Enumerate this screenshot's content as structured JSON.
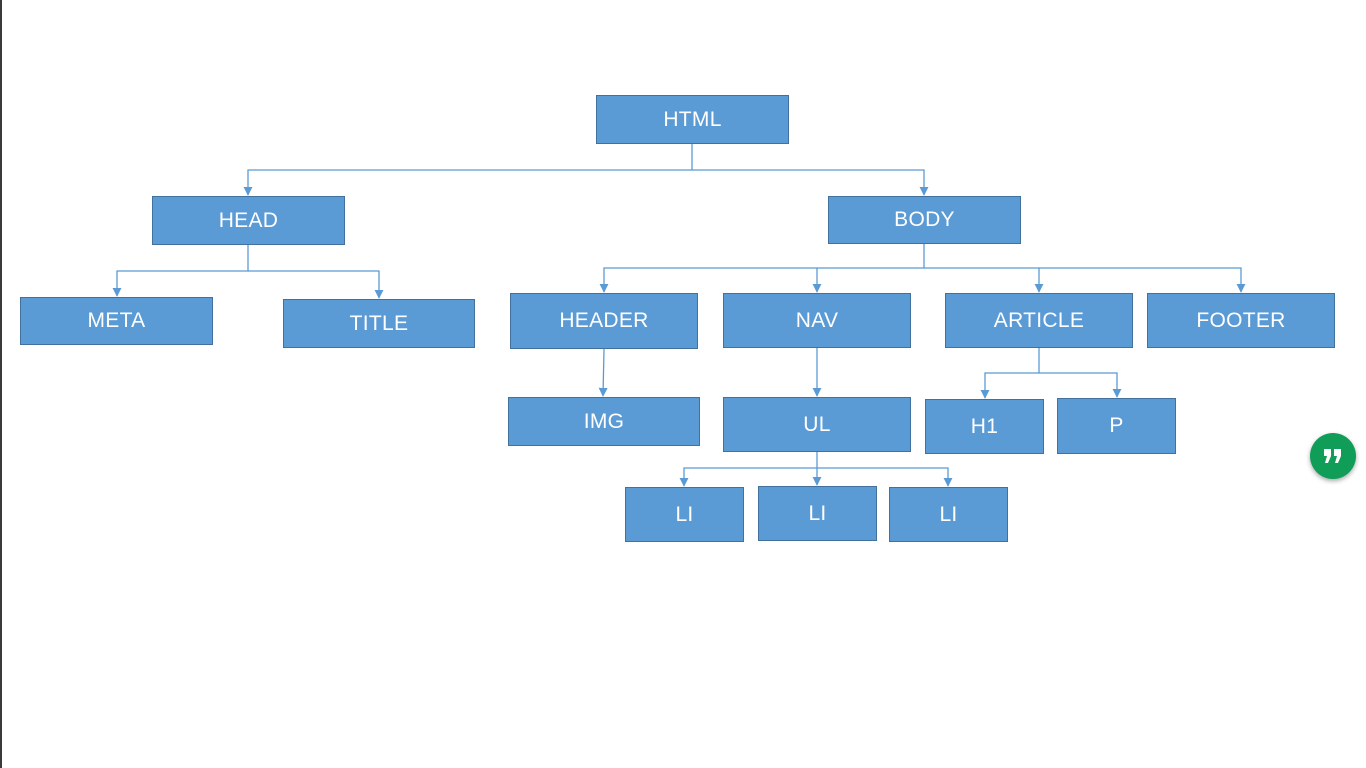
{
  "diagram": {
    "nodes": {
      "html": "HTML",
      "head": "HEAD",
      "body": "BODY",
      "meta": "META",
      "title": "TITLE",
      "header": "HEADER",
      "nav": "NAV",
      "article": "ARTICLE",
      "footer": "FOOTER",
      "img": "IMG",
      "ul": "UL",
      "h1": "H1",
      "p": "P",
      "li1": "LI",
      "li2": "LI",
      "li3": "LI"
    },
    "edges": [
      [
        "html",
        "head"
      ],
      [
        "html",
        "body"
      ],
      [
        "head",
        "meta"
      ],
      [
        "head",
        "title"
      ],
      [
        "body",
        "header"
      ],
      [
        "body",
        "nav"
      ],
      [
        "body",
        "article"
      ],
      [
        "body",
        "footer"
      ],
      [
        "header",
        "img"
      ],
      [
        "nav",
        "ul"
      ],
      [
        "ul",
        "li1"
      ],
      [
        "ul",
        "li2"
      ],
      [
        "ul",
        "li3"
      ],
      [
        "article",
        "h1"
      ],
      [
        "article",
        "p"
      ]
    ],
    "colors": {
      "node_fill": "#5b9bd5",
      "node_border": "#41719c",
      "node_text": "#ffffff",
      "connector": "#5b9bd5"
    }
  },
  "chat_button": {
    "icon": "quote-icon",
    "color": "#0f9d58"
  }
}
